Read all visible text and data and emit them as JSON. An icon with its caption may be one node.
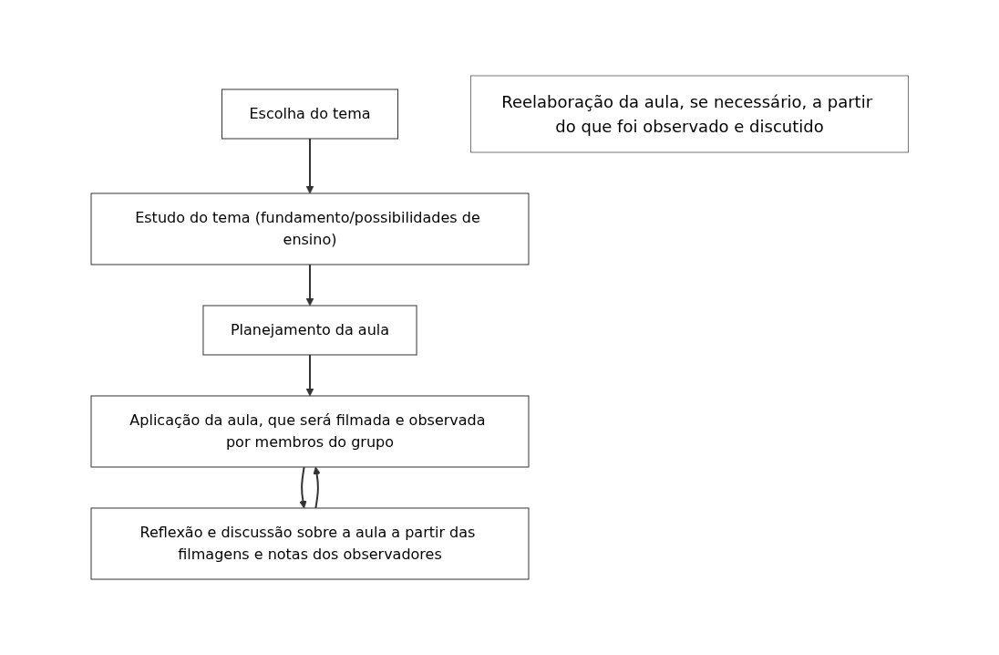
{
  "diagram": {
    "nodes": [
      {
        "text": [
          "Escolha do tema"
        ]
      },
      {
        "text": [
          "Estudo do tema (fundamento/possibilidades de ensino)"
        ]
      },
      {
        "text": [
          "Planejamento da aula"
        ]
      },
      {
        "text": [
          "Aplicação da aula, que será filmada e observada por membros do grupo"
        ]
      },
      {
        "text": [
          "Reflexão e discussão sobre a aula a partir das filmagens e notas dos observadores"
        ]
      },
      {
        "text": [
          "Reelaboração da aula, se necessário, a partir do que foi observado e discutido"
        ]
      }
    ],
    "edges": [
      {
        "from": 0,
        "to": 1,
        "arrow": "to"
      },
      {
        "from": 1,
        "to": 2,
        "arrow": "to"
      },
      {
        "from": 2,
        "to": 3,
        "arrow": "to"
      },
      {
        "from": 3,
        "to": 4,
        "arrow": "to"
      },
      {
        "from": 4,
        "to": 3,
        "arrow": "to"
      }
    ]
  }
}
